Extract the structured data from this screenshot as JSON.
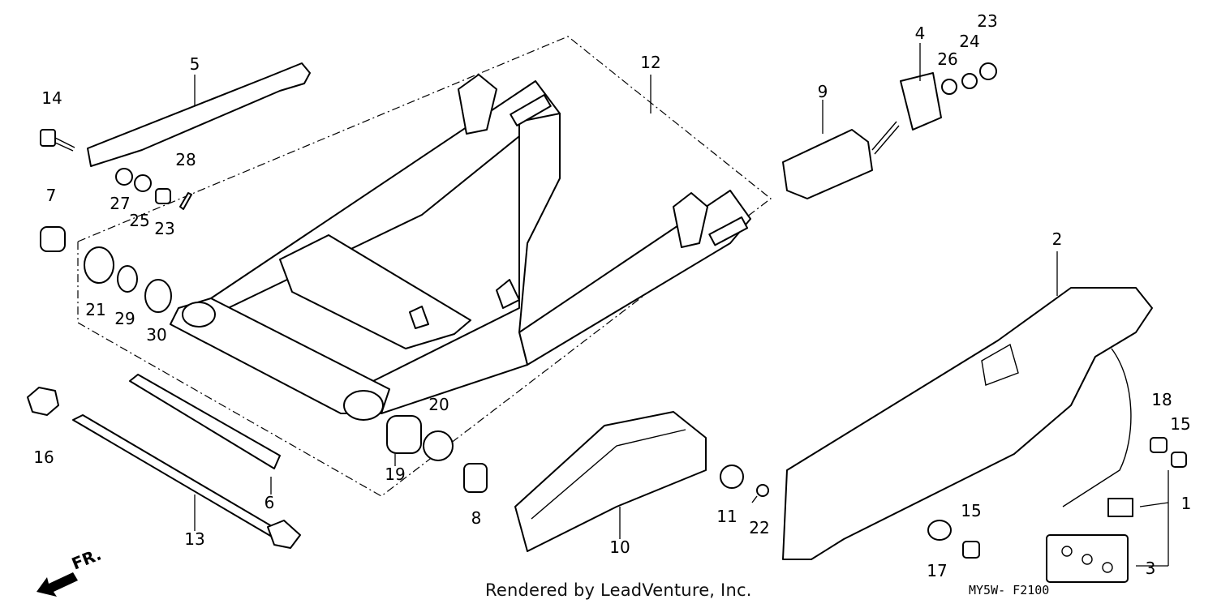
{
  "diagram": {
    "callouts": [
      {
        "id": "1",
        "label": "1"
      },
      {
        "id": "2",
        "label": "2"
      },
      {
        "id": "3",
        "label": "3"
      },
      {
        "id": "4",
        "label": "4"
      },
      {
        "id": "5",
        "label": "5"
      },
      {
        "id": "6",
        "label": "6"
      },
      {
        "id": "7",
        "label": "7"
      },
      {
        "id": "8",
        "label": "8"
      },
      {
        "id": "9",
        "label": "9"
      },
      {
        "id": "10",
        "label": "10"
      },
      {
        "id": "11",
        "label": "11"
      },
      {
        "id": "12",
        "label": "12"
      },
      {
        "id": "13",
        "label": "13"
      },
      {
        "id": "14",
        "label": "14"
      },
      {
        "id": "15a",
        "label": "15"
      },
      {
        "id": "15b",
        "label": "15"
      },
      {
        "id": "16",
        "label": "16"
      },
      {
        "id": "17",
        "label": "17"
      },
      {
        "id": "18",
        "label": "18"
      },
      {
        "id": "19",
        "label": "19"
      },
      {
        "id": "20",
        "label": "20"
      },
      {
        "id": "21",
        "label": "21"
      },
      {
        "id": "22",
        "label": "22"
      },
      {
        "id": "23a",
        "label": "23"
      },
      {
        "id": "23b",
        "label": "23"
      },
      {
        "id": "24",
        "label": "24"
      },
      {
        "id": "25",
        "label": "25"
      },
      {
        "id": "26",
        "label": "26"
      },
      {
        "id": "27",
        "label": "27"
      },
      {
        "id": "28",
        "label": "28"
      },
      {
        "id": "29",
        "label": "29"
      },
      {
        "id": "30",
        "label": "30"
      }
    ],
    "direction_label": "FR.",
    "credit": "Rendered by LeadVenture, Inc.",
    "diagram_code": "MY5W- F2100"
  },
  "colors": {
    "line": "#000000",
    "background": "#ffffff"
  }
}
